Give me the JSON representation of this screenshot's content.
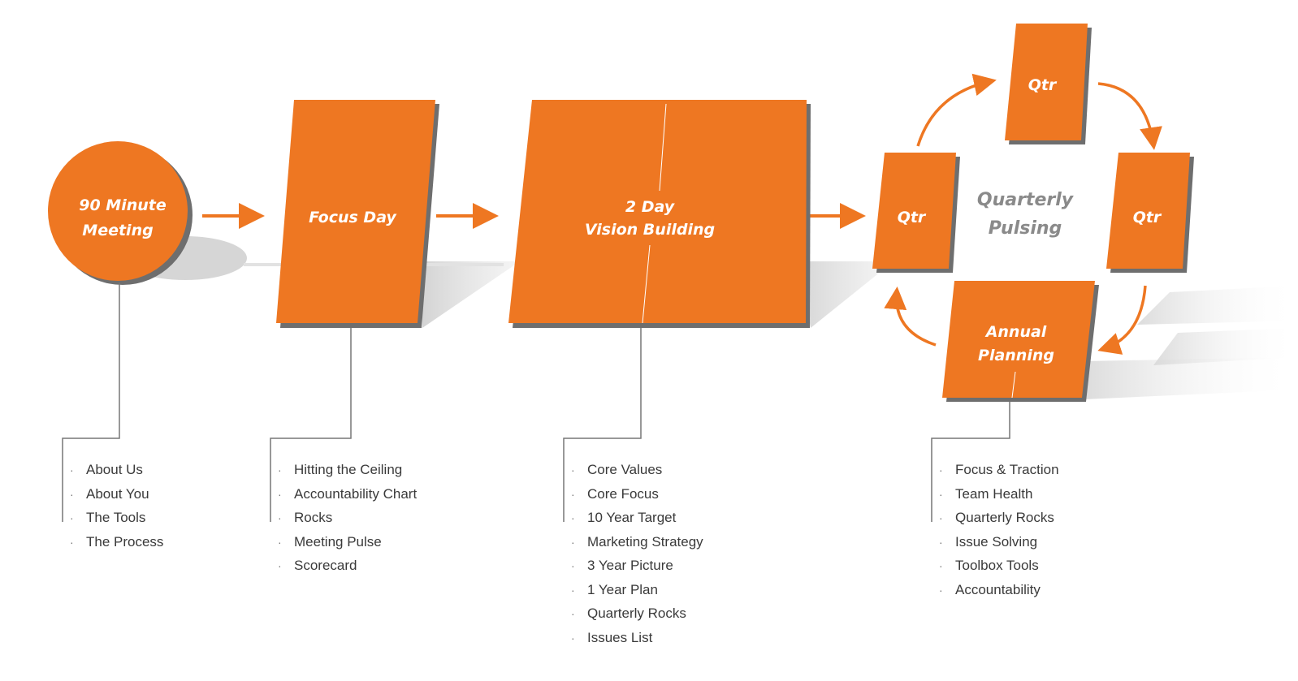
{
  "colors": {
    "orange": "#EE7722",
    "shadow": "#6e6e6e",
    "floor_shadow": "#d9d9d9",
    "connector": "#777777",
    "center_text": "#8a8a8a",
    "list_text": "#3a3a3a"
  },
  "stages": {
    "meeting": {
      "line1": "90 Minute",
      "line2": "Meeting"
    },
    "focus_day": {
      "label": "Focus Day"
    },
    "vision": {
      "line1": "2 Day",
      "line2": "Vision Building"
    },
    "quarterly": {
      "center_line1": "Quarterly",
      "center_line2": "Pulsing",
      "qtr_left": "Qtr",
      "qtr_top": "Qtr",
      "qtr_right": "Qtr",
      "annual_line1": "Annual",
      "annual_line2": "Planning"
    }
  },
  "lists": {
    "meeting": [
      "About Us",
      "About You",
      "The Tools",
      "The Process"
    ],
    "focus_day": [
      "Hitting the Ceiling",
      "Accountability Chart",
      "Rocks",
      "Meeting Pulse",
      "Scorecard"
    ],
    "vision": [
      "Core Values",
      "Core Focus",
      "10 Year Target",
      "Marketing Strategy",
      "3 Year Picture",
      "1 Year Plan",
      "Quarterly Rocks",
      "Issues List"
    ],
    "quarterly": [
      "Focus & Traction",
      "Team Health",
      "Quarterly Rocks",
      "Issue Solving",
      "Toolbox Tools",
      "Accountability"
    ]
  },
  "bullet_char": "·"
}
